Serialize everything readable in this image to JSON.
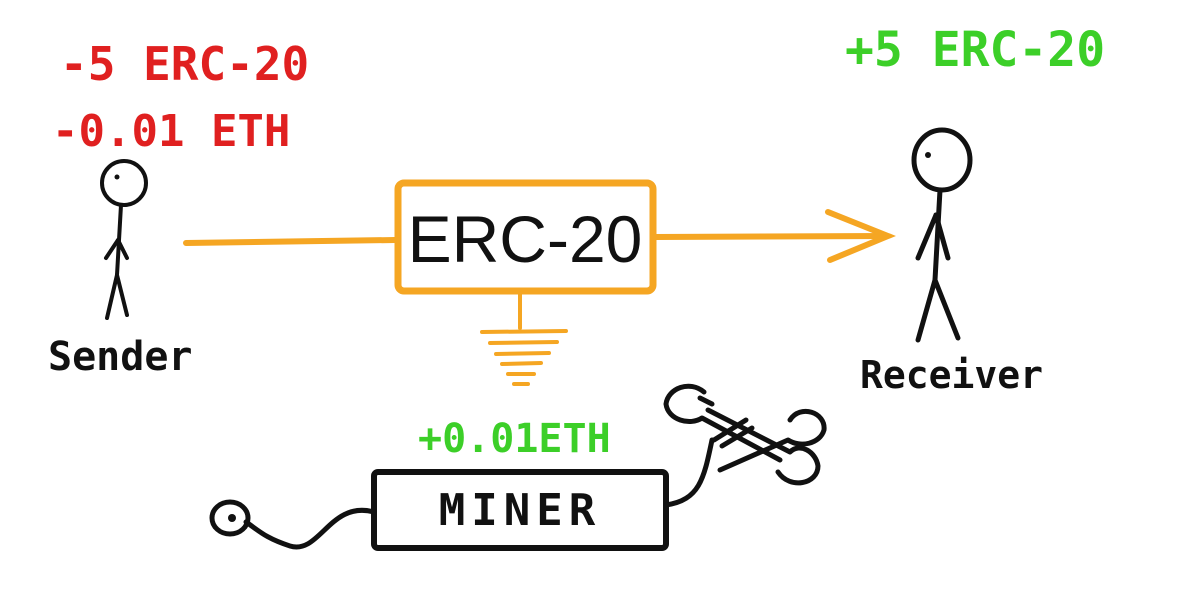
{
  "sender": {
    "label": "Sender",
    "token_change": "-5 ERC-20",
    "eth_change": "-0.01 ETH"
  },
  "receiver": {
    "label": "Receiver",
    "token_change": "+5 ERC-20"
  },
  "token_box": {
    "label": "ERC-20"
  },
  "miner": {
    "label": "MINER",
    "reward": "+0.01ETH"
  },
  "colors": {
    "loss": "#e02020",
    "gain": "#3ccf28",
    "flow": "#f5a623",
    "ink": "#111111"
  }
}
